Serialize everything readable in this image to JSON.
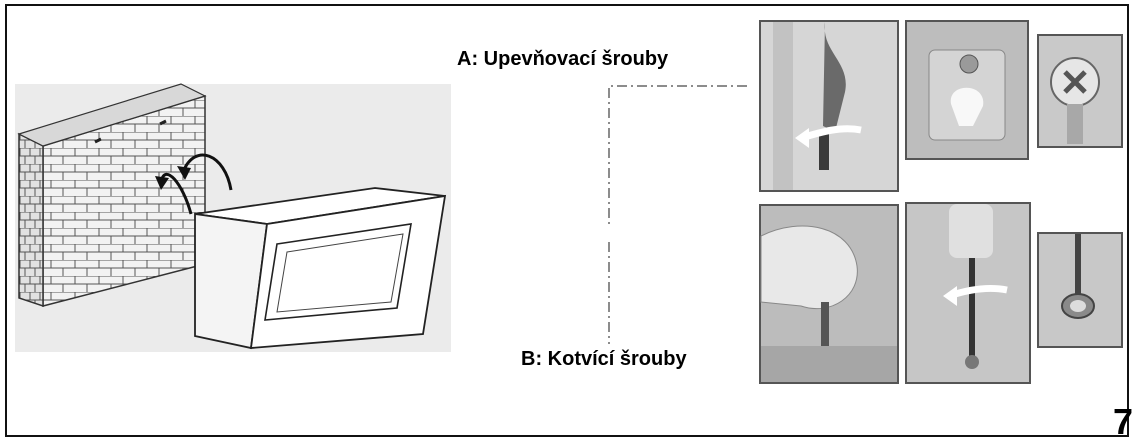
{
  "labels": {
    "a": "A: Upevňovací šrouby",
    "b": "B: Kotvící šrouby"
  },
  "page_number": "7"
}
